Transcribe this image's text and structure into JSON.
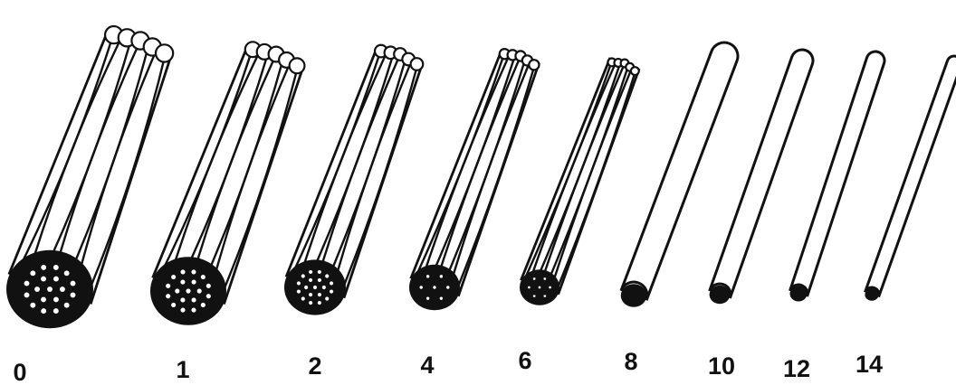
{
  "figure": {
    "background": "#ffffff",
    "ink": "#111111",
    "wires": [
      {
        "gauge": "0",
        "type": "stranded"
      },
      {
        "gauge": "1",
        "type": "stranded"
      },
      {
        "gauge": "2",
        "type": "stranded"
      },
      {
        "gauge": "4",
        "type": "stranded"
      },
      {
        "gauge": "6",
        "type": "stranded"
      },
      {
        "gauge": "8",
        "type": "solid"
      },
      {
        "gauge": "10",
        "type": "solid"
      },
      {
        "gauge": "12",
        "type": "solid"
      },
      {
        "gauge": "14",
        "type": "solid"
      }
    ]
  }
}
